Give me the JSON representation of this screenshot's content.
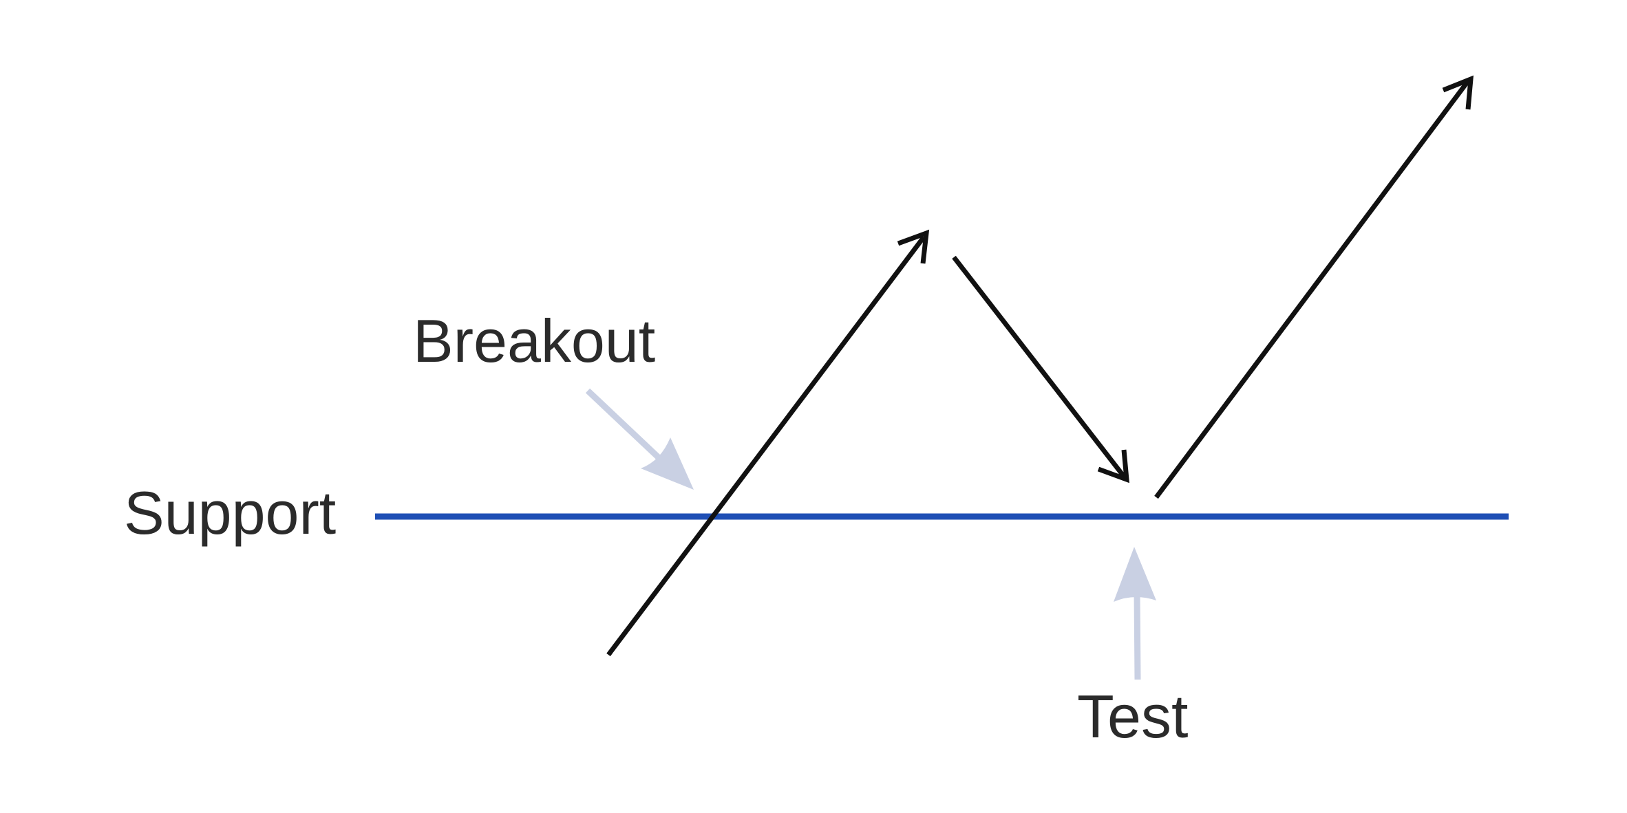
{
  "labels": {
    "support": "Support",
    "breakout": "Breakout",
    "test": "Test"
  },
  "colors": {
    "support_line": "#1f4fb5",
    "price_path": "#111111",
    "pointer_arrows": "#c9d0e3",
    "label_text": "#2b2b2b",
    "background": "#ffffff"
  }
}
